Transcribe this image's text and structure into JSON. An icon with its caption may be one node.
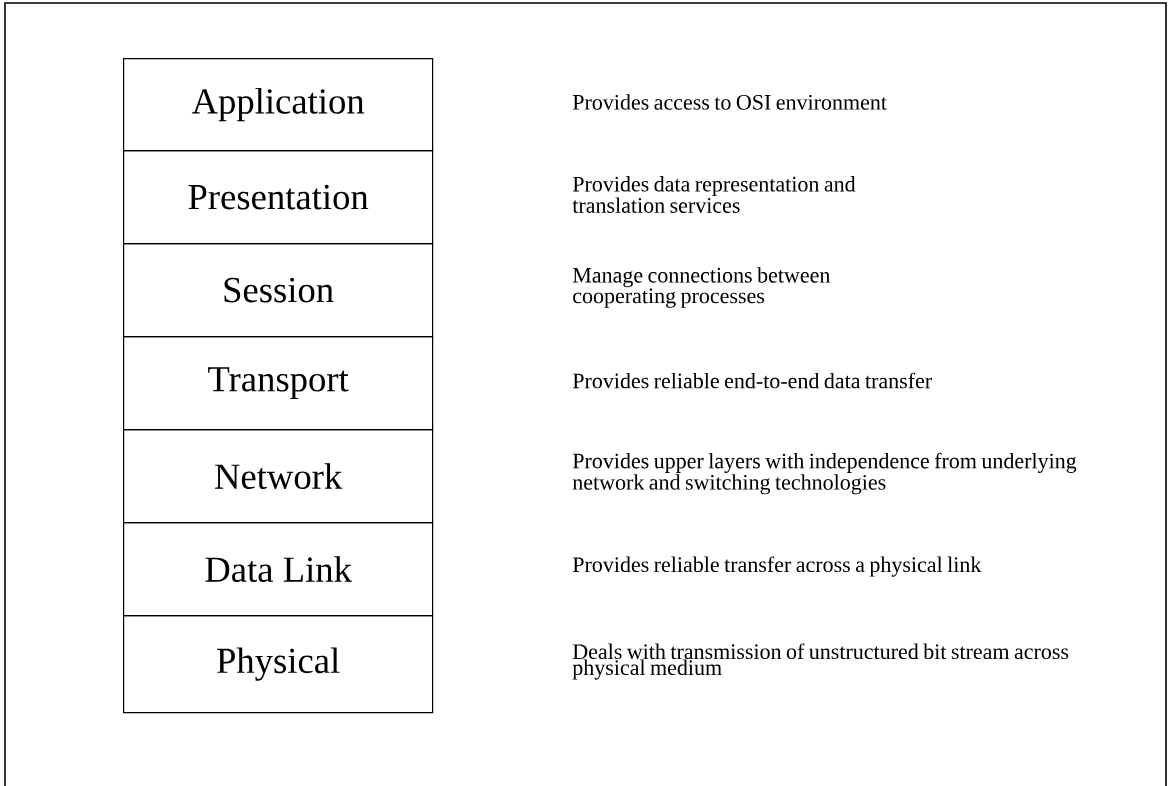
{
  "diagram": {
    "nodes": [
      {
        "text": [
          "Application"
        ]
      },
      {
        "text": [
          "Presentation"
        ]
      },
      {
        "text": [
          "Session"
        ]
      },
      {
        "text": [
          "Transport"
        ]
      },
      {
        "text": [
          "Network"
        ]
      },
      {
        "text": [
          "Data Link"
        ]
      },
      {
        "text": [
          "Physical"
        ]
      }
    ],
    "labels": [
      "Provides access to OSI environment",
      "Provides data representation and translation services",
      "Manage connections between cooperating processes",
      "Provides reliable end-to-end data transfer",
      "Provides upper layers with independence from underlying network and switching technologies",
      "Provides reliable transfer across a physical link",
      "Deals with transmission of unstructured bit stream across physical medium"
    ]
  }
}
